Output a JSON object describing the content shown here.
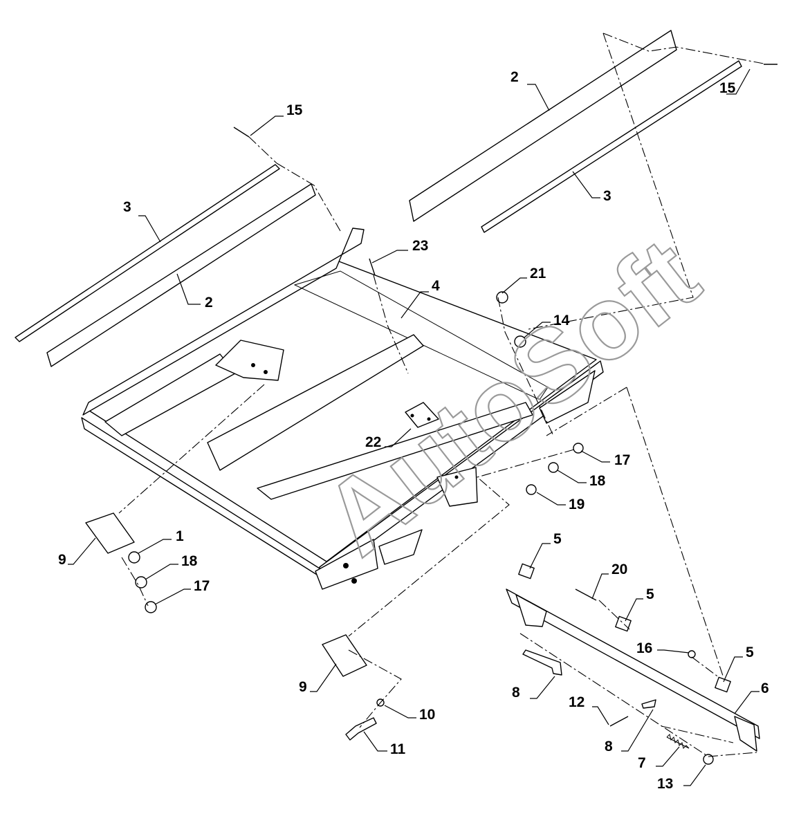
{
  "watermark": "AutoSoft",
  "callouts": {
    "c1": "1",
    "c2a": "2",
    "c2b": "2",
    "c3a": "3",
    "c3b": "3",
    "c4": "4",
    "c5a": "5",
    "c5b": "5",
    "c5c": "5",
    "c6": "6",
    "c7": "7",
    "c8a": "8",
    "c8b": "8",
    "c9a": "9",
    "c9b": "9",
    "c10": "10",
    "c11": "11",
    "c12": "12",
    "c13": "13",
    "c14": "14",
    "c15a": "15",
    "c15b": "15",
    "c16": "16",
    "c17a": "17",
    "c17b": "17",
    "c18a": "18",
    "c18b": "18",
    "c19": "19",
    "c20": "20",
    "c21": "21",
    "c22": "22",
    "c23": "23"
  }
}
